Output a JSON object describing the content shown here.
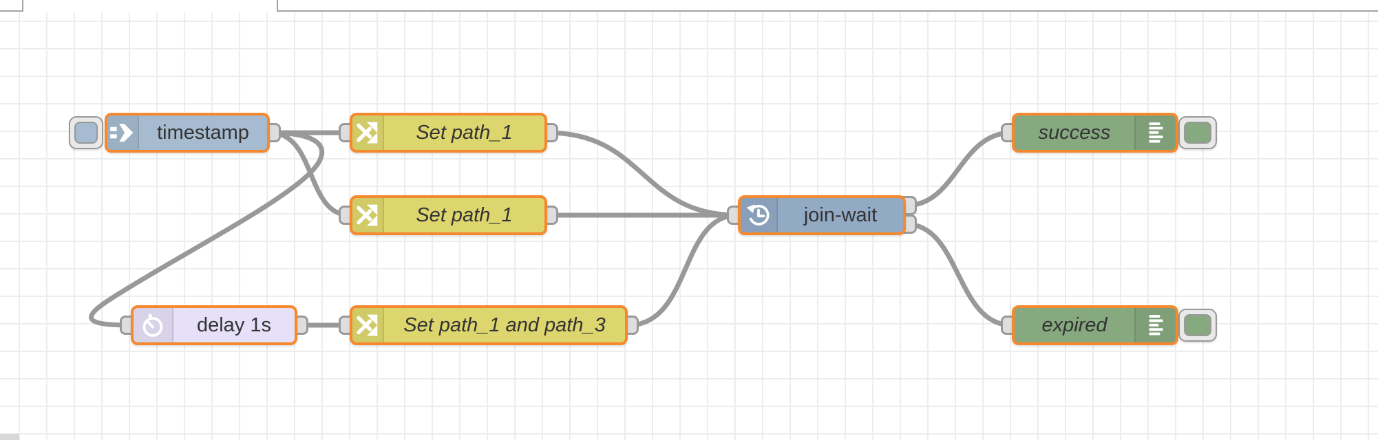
{
  "editor": {
    "background": "#ffffff",
    "grid_color": "#ededed",
    "grid_size": 40,
    "selection_border_color": "#f6892e",
    "wire_color": "#999999",
    "port_fill": "#dedede",
    "port_border": "#999999",
    "label_color": "#333333"
  },
  "palette_colors": {
    "inject": "#a6bbcf",
    "change": "#ddd66e",
    "delay": "#e6e0f8",
    "join_wait": "#93aac5",
    "debug": "#87a980"
  },
  "nodes": [
    {
      "id": "timestamp",
      "type": "inject",
      "label": "timestamp",
      "color": "#a6bbcf",
      "icon": "inject-arrow-icon",
      "selected": true,
      "has_trigger_button": true,
      "inputs": 0,
      "outputs": 1
    },
    {
      "id": "set-path-1-a",
      "type": "change",
      "label": "Set path_1",
      "color": "#ddd66e",
      "icon": "shuffle-icon",
      "selected": true,
      "inputs": 1,
      "outputs": 1
    },
    {
      "id": "set-path-1-b",
      "type": "change",
      "label": "Set path_1",
      "color": "#ddd66e",
      "icon": "shuffle-icon",
      "selected": true,
      "inputs": 1,
      "outputs": 1
    },
    {
      "id": "delay-1s",
      "type": "delay",
      "label": "delay 1s",
      "color": "#e6e0f8",
      "icon": "timer-icon",
      "selected": true,
      "inputs": 1,
      "outputs": 1
    },
    {
      "id": "set-path-1-and-path-3",
      "type": "change",
      "label": "Set path_1 and path_3",
      "color": "#ddd66e",
      "icon": "shuffle-icon",
      "selected": true,
      "inputs": 1,
      "outputs": 1
    },
    {
      "id": "join-wait",
      "type": "trigger",
      "label": "join-wait",
      "color": "#93aac5",
      "icon": "history-clock-icon",
      "selected": true,
      "inputs": 1,
      "outputs": 2
    },
    {
      "id": "success",
      "type": "debug",
      "label": "success",
      "color": "#87a980",
      "icon": "debug-list-icon",
      "selected": true,
      "has_toggle_button": true,
      "inputs": 1,
      "outputs": 0
    },
    {
      "id": "expired",
      "type": "debug",
      "label": "expired",
      "color": "#87a980",
      "icon": "debug-list-icon",
      "selected": true,
      "has_toggle_button": true,
      "inputs": 1,
      "outputs": 0
    }
  ],
  "wires": [
    {
      "from": "timestamp",
      "to": "set-path-1-a"
    },
    {
      "from": "timestamp",
      "to": "set-path-1-b"
    },
    {
      "from": "timestamp",
      "to": "delay-1s"
    },
    {
      "from": "set-path-1-a",
      "to": "join-wait"
    },
    {
      "from": "set-path-1-b",
      "to": "join-wait"
    },
    {
      "from": "delay-1s",
      "to": "set-path-1-and-path-3"
    },
    {
      "from": "set-path-1-and-path-3",
      "to": "join-wait"
    },
    {
      "from": "join-wait",
      "from_port": 1,
      "to": "success"
    },
    {
      "from": "join-wait",
      "from_port": 2,
      "to": "expired"
    }
  ]
}
